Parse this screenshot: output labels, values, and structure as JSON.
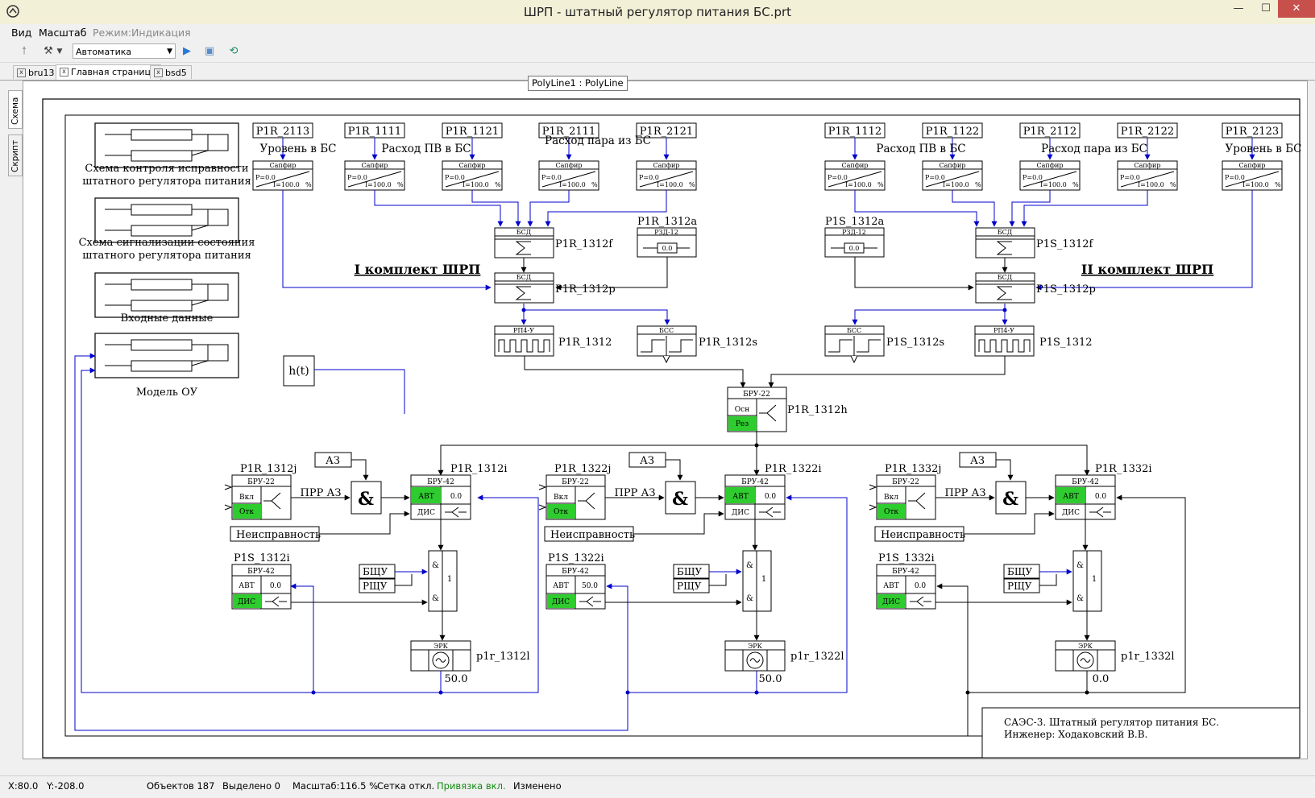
{
  "window": {
    "title": "ШРП - штатный регулятор питания БС.prt",
    "minimize": "—",
    "maximize": "☐",
    "close": "✕"
  },
  "menu": {
    "view": "Вид",
    "scale": "Масштаб",
    "mode_label": "Режим:",
    "mode_value": "Индикация"
  },
  "toolbar": {
    "combo_value": "Автоматика"
  },
  "tabs": [
    {
      "label": "bru13",
      "close": "x"
    },
    {
      "label": "Главная страница",
      "close": "x"
    },
    {
      "label": "bsd5",
      "close": "x"
    }
  ],
  "tooltip": "PolyLine1 : PolyLine",
  "side_tabs": {
    "schema": "Схема",
    "script": "Скрипт"
  },
  "nav": {
    "control_scheme": [
      "Схема контроля исправности",
      "штатного регулятора питания"
    ],
    "signal_scheme": [
      "Схема сигнализации состояния",
      "штатного регулятора питания"
    ],
    "input_data": "Входные данные",
    "plant_model": "Модель ОУ"
  },
  "func_block": "h(t)",
  "sensor_block": {
    "header": "Сапфир",
    "p": "P=0.0",
    "i": "I=100.0",
    "unit": "%"
  },
  "sensors": [
    {
      "tag": "P1R_2113"
    },
    {
      "tag": "P1R_1111"
    },
    {
      "tag": "P1R_1121"
    },
    {
      "tag": "P1R_2111"
    },
    {
      "tag": "P1R_2121"
    },
    {
      "tag": "P1R_1112"
    },
    {
      "tag": "P1R_1122"
    },
    {
      "tag": "P1R_2112"
    },
    {
      "tag": "P1R_2122"
    },
    {
      "tag": "P1R_2123"
    }
  ],
  "signal_labels": {
    "level": "Уровень в БС",
    "feed_flow": "Расход ПВ в БС",
    "steam_flow": "Расход пара из БС"
  },
  "set1": {
    "title": "I комплект ШРП",
    "bsd_f": "P1R_1312f",
    "bsd_p": "P1R_1312p",
    "rzd": "P1R_1312a",
    "rp": "P1R_1312",
    "bss": "P1R_1312s"
  },
  "set2": {
    "title": "II комплект ШРП",
    "bsd_f": "P1S_1312f",
    "bsd_p": "P1S_1312p",
    "rzd": "P1S_1312a",
    "rp": "P1S_1312",
    "bss": "P1S_1312s"
  },
  "block_types": {
    "bsd": "БСД",
    "rzd": "РЗД-12",
    "rp": "РП4-У",
    "bss": "БСС",
    "bru22": "БРУ-22",
    "bru42": "БРУ-42",
    "erk": "ЭРК"
  },
  "rzd_value": "0.0",
  "switch_main": {
    "tag": "P1R_1312h",
    "main": "Осн",
    "reserve": "Рез"
  },
  "channels": [
    {
      "bru22_tag": "P1R_1312j",
      "bru42_tag": "P1R_1312i",
      "s_tag": "P1S_1312i",
      "erk_tag": "p1r_1312l",
      "bru42_value": "0.0",
      "s_value": "0.0",
      "erk_value": "50.0"
    },
    {
      "bru22_tag": "P1R_1322j",
      "bru42_tag": "P1R_1322i",
      "s_tag": "P1S_1322i",
      "erk_tag": "p1r_1322l",
      "bru42_value": "0.0",
      "s_value": "50.0",
      "erk_value": "50.0"
    },
    {
      "bru22_tag": "P1R_1332j",
      "bru42_tag": "P1R_1332i",
      "s_tag": "P1S_1332i",
      "erk_tag": "p1r_1332l",
      "bru42_value": "0.0",
      "s_value": "0.0",
      "erk_value": "0.0"
    }
  ],
  "channel_text": {
    "az": "АЗ",
    "prr": "ПРР АЗ",
    "and": "&",
    "on": "Вкл",
    "off": "Отк",
    "avt": "АВТ",
    "dis": "ДИС",
    "fault": "Неисправность",
    "bshu": "БЩУ",
    "rshu": "РЩУ",
    "or_and": "&",
    "or_one": "1"
  },
  "stamp": {
    "line1": "САЭС-3. Штатный регулятор питания БС.",
    "line2": "Инженер: Ходаковский В.В."
  },
  "status": {
    "x": "X:80.0",
    "y": "Y:-208.0",
    "objects": "Объектов 187",
    "selected": "Выделено 0",
    "scale": "Масштаб:116.5 %",
    "grid": "Сетка откл.",
    "snap": "Привязка вкл.",
    "changed": "Изменено"
  },
  "colors": {
    "green": "#2ecc2e",
    "blue": "#0000cc",
    "snap": "#138a13"
  }
}
